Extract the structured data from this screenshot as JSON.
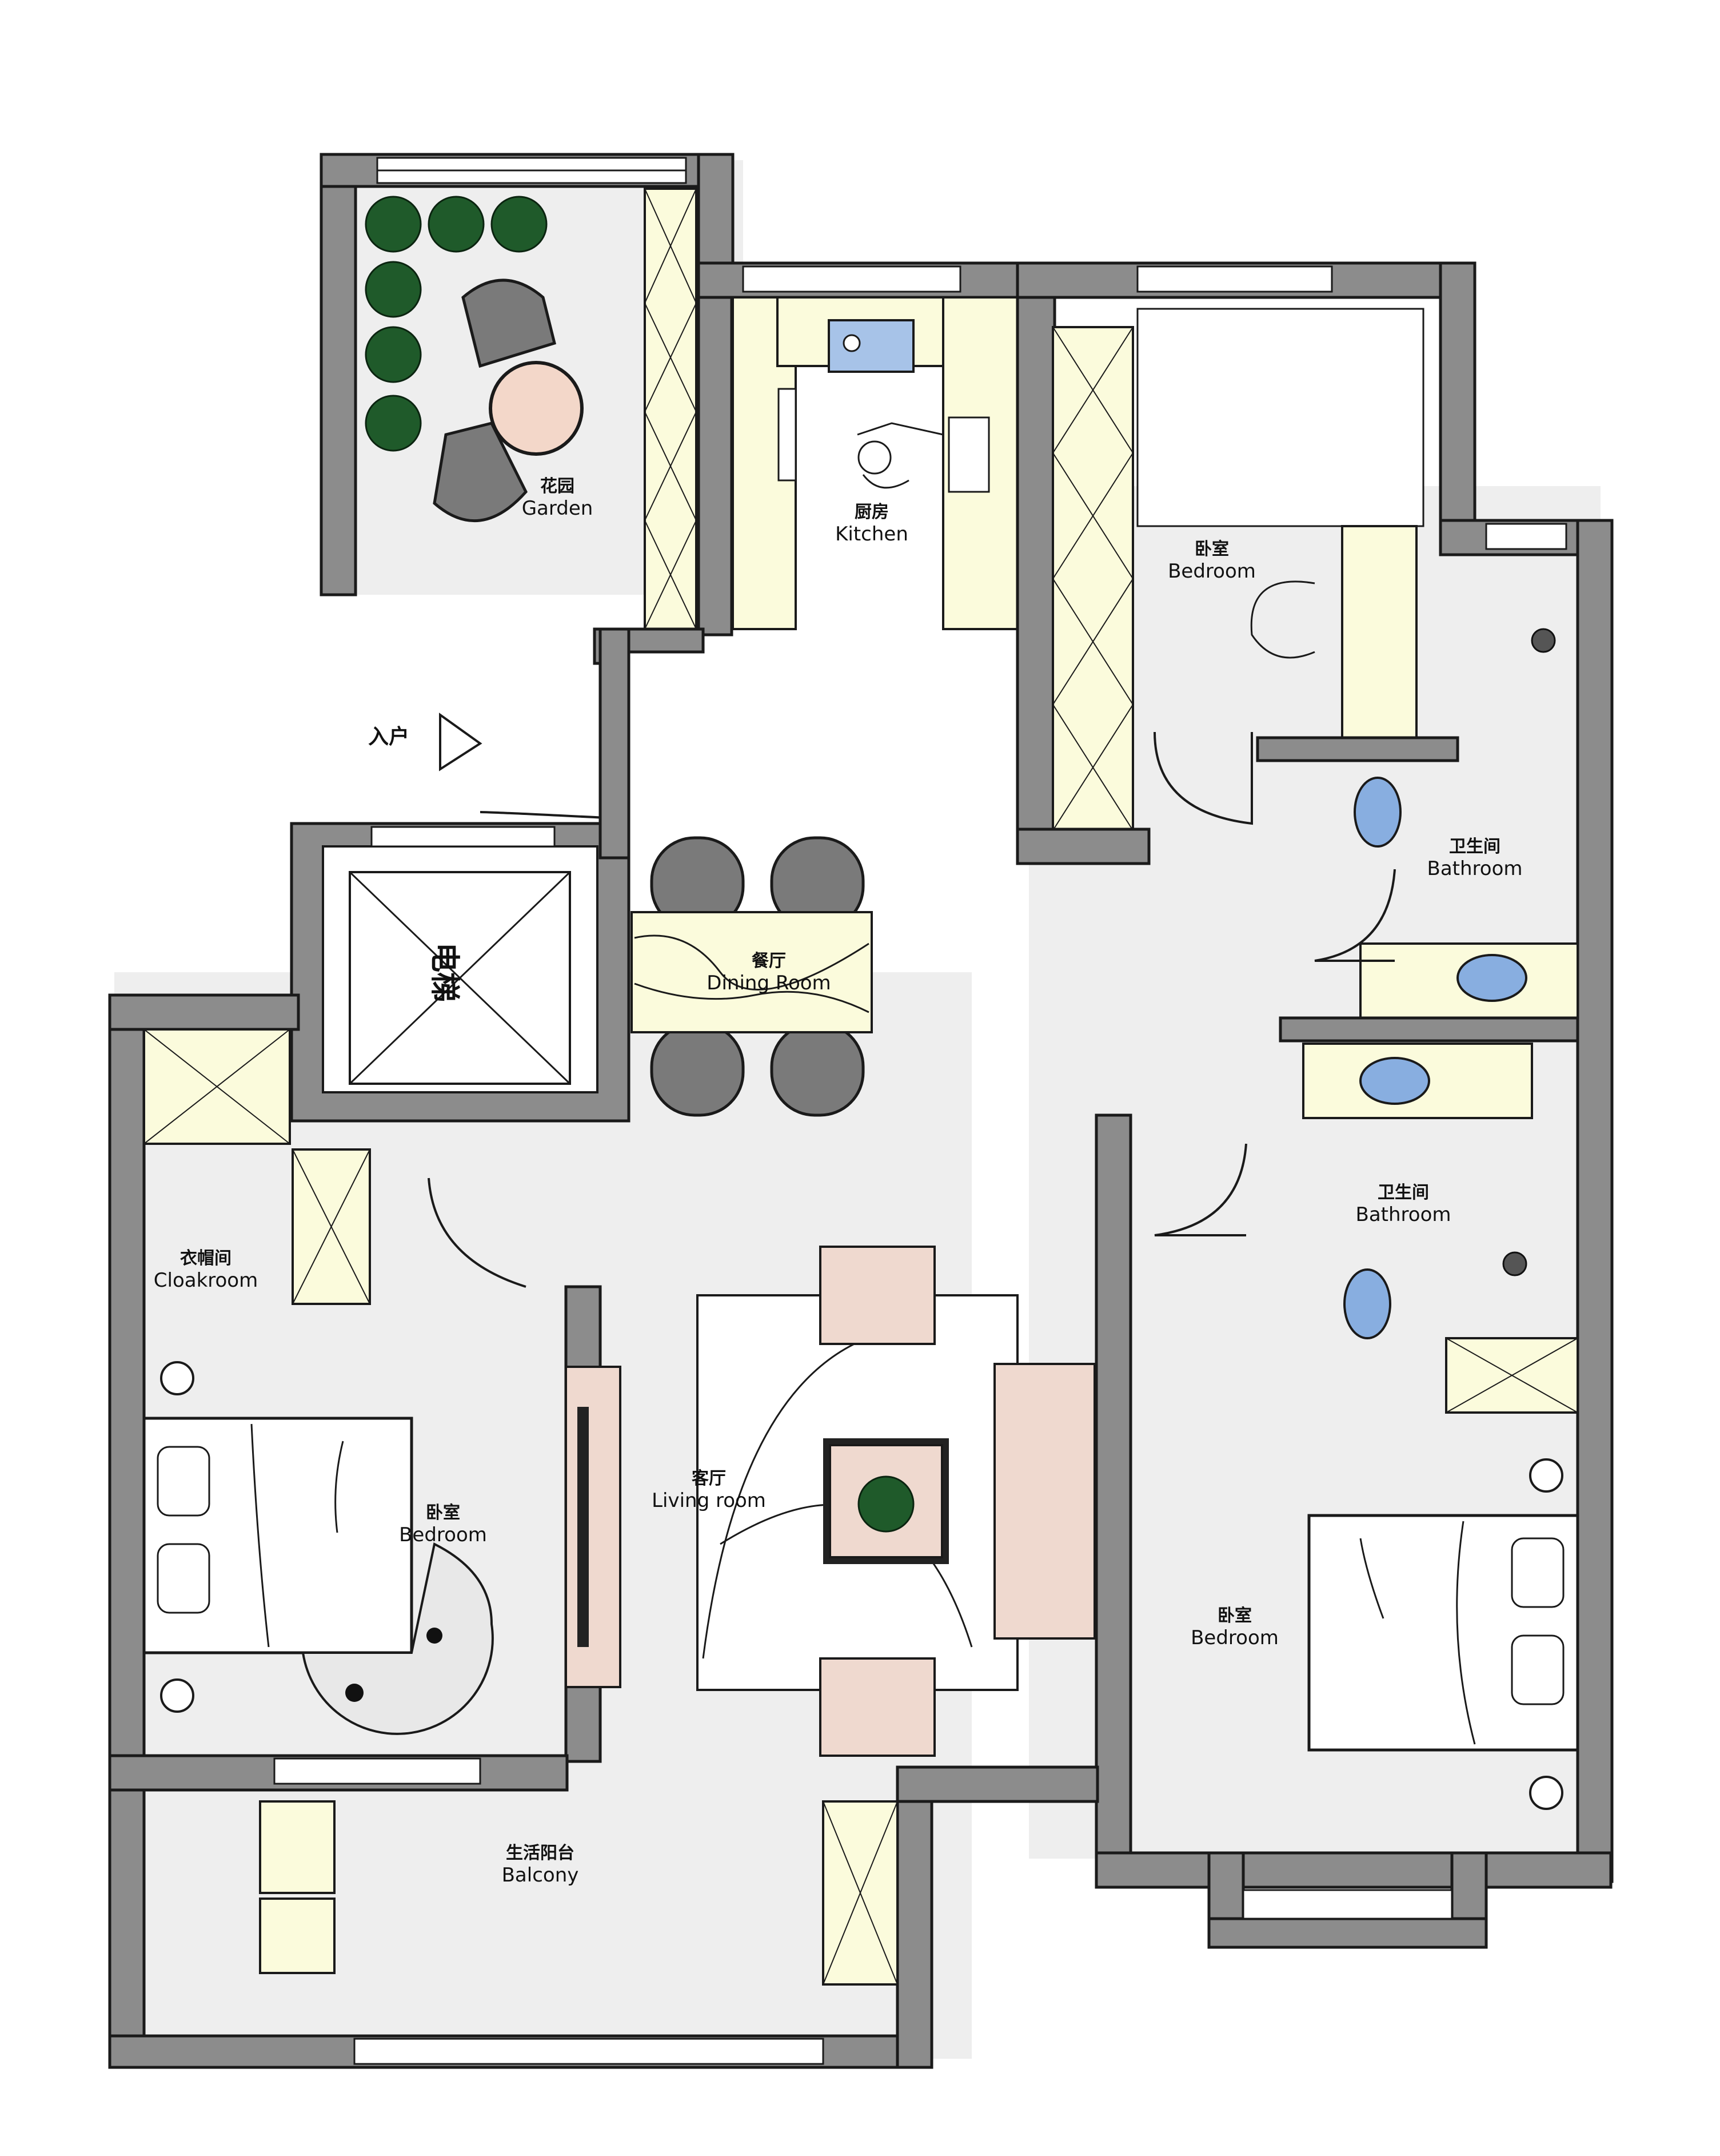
{
  "title": "",
  "entrance": {
    "label": "入户"
  },
  "rooms": {
    "garden": {
      "cn": "花园",
      "en": "Garden"
    },
    "kitchen": {
      "cn": "厨房",
      "en": "Kitchen"
    },
    "bedroom_north": {
      "cn": "卧室",
      "en": "Bedroom"
    },
    "bathroom_north": {
      "cn": "卫生间",
      "en": "Bathroom"
    },
    "elevator": {
      "cn": "电梯"
    },
    "dining": {
      "cn": "餐厅",
      "en": "Dining Room"
    },
    "bathroom_mid": {
      "cn": "卫生间",
      "en": "Bathroom"
    },
    "cloakroom": {
      "cn": "衣帽间",
      "en": "Cloakroom"
    },
    "bedroom_west": {
      "cn": "卧室",
      "en": "Bedroom"
    },
    "living": {
      "cn": "客厅",
      "en": "Living room"
    },
    "bedroom_east": {
      "cn": "卧室",
      "en": "Bedroom"
    },
    "balcony": {
      "cn": "生活阳台",
      "en": "Balcony"
    }
  },
  "colors": {
    "wall": "#8c8c8c",
    "cabinet": "#fbfbdc",
    "soft_furniture": "#efd9cf",
    "fixture_blue": "#88aee0",
    "plant": "#1f5a2a",
    "stone_round_table": "#f3d7c9"
  }
}
